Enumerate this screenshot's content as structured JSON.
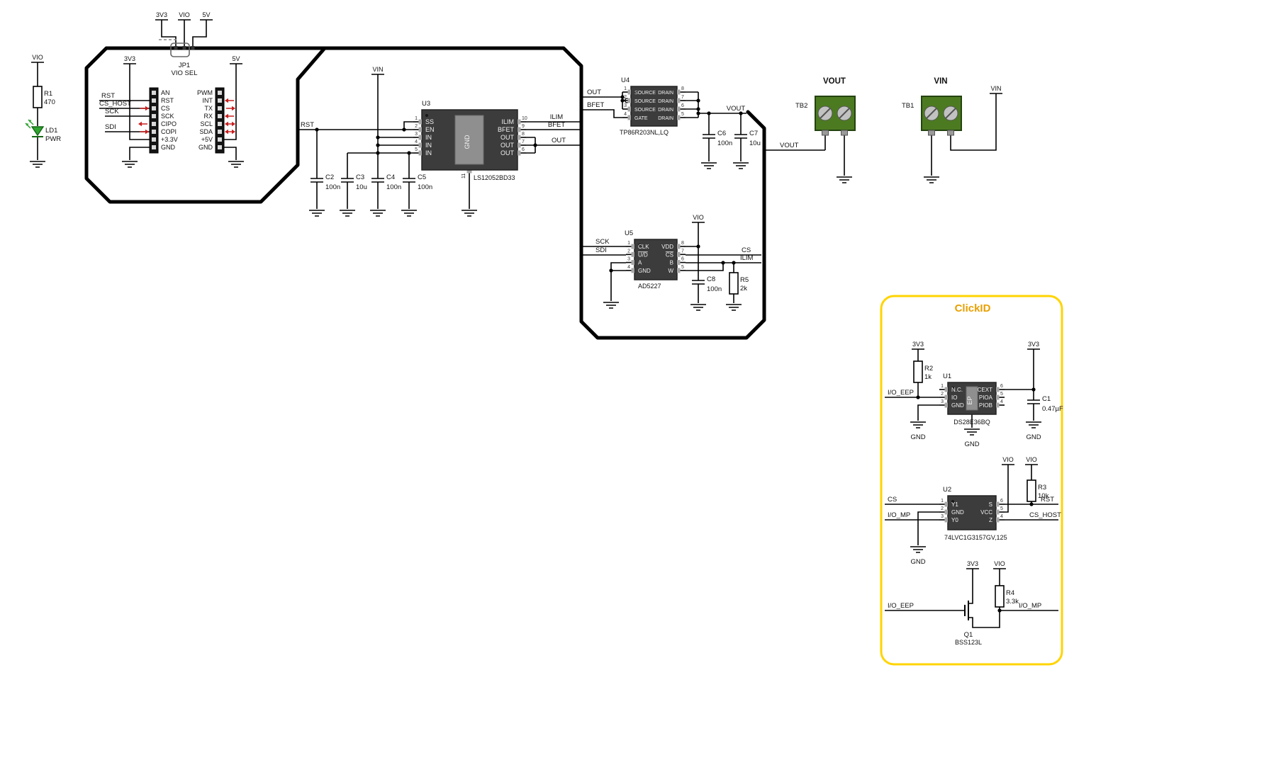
{
  "clickid": {
    "title": "ClickID"
  },
  "section_labels": {
    "vout": "VOUT",
    "vin": "VIN"
  },
  "nets": {
    "rst": "RST",
    "cs_host": "CS_HOST",
    "sck": "SCK",
    "sdi": "SDI",
    "cs": "CS",
    "vin": "VIN",
    "vout": "VOUT",
    "out": "OUT",
    "ilim": "ILIM",
    "bfet": "BFET",
    "vio": "VIO",
    "v3v3": "3V3",
    "v5": "5V",
    "gnd": "GND",
    "io_eep": "I/O_EEP",
    "io_mp": "I/O_MP"
  },
  "headers": {
    "left": {
      "pins": [
        "AN",
        "RST",
        "CS",
        "SCK",
        "CIPO",
        "COPI",
        "+3.3V",
        "GND"
      ]
    },
    "right": {
      "pins": [
        "PWM",
        "INT",
        "TX",
        "RX",
        "SCL",
        "SDA",
        "+5V",
        "GND"
      ]
    }
  },
  "components": {
    "u1": {
      "ref": "U1",
      "part": "DS28E36BQ",
      "center": "EP",
      "left": [
        {
          "n": "1",
          "name": "N.C."
        },
        {
          "n": "2",
          "name": "IO"
        },
        {
          "n": "3",
          "name": "GND"
        }
      ],
      "right": [
        {
          "n": "6",
          "name": "CEXT"
        },
        {
          "n": "5",
          "name": "PIOA"
        },
        {
          "n": "4",
          "name": "PIOB"
        }
      ]
    },
    "u2": {
      "ref": "U2",
      "part": "74LVC1G3157GV,125",
      "left": [
        {
          "n": "1",
          "name": "Y1"
        },
        {
          "n": "2",
          "name": "GND"
        },
        {
          "n": "3",
          "name": "Y0"
        }
      ],
      "right": [
        {
          "n": "6",
          "name": "S"
        },
        {
          "n": "5",
          "name": "VCC"
        },
        {
          "n": "4",
          "name": "Z"
        }
      ]
    },
    "u3": {
      "ref": "U3",
      "part": "LS12052BD33",
      "center": "GND",
      "bottom_pin": "11",
      "left": [
        {
          "n": "1",
          "name": "SS"
        },
        {
          "n": "2",
          "name": "EN"
        },
        {
          "n": "3",
          "name": "IN"
        },
        {
          "n": "4",
          "name": "IN"
        },
        {
          "n": "5",
          "name": "IN"
        }
      ],
      "right": [
        {
          "n": "10",
          "name": "ILIM"
        },
        {
          "n": "9",
          "name": "BFET"
        },
        {
          "n": "8",
          "name": "OUT"
        },
        {
          "n": "7",
          "name": "OUT"
        },
        {
          "n": "6",
          "name": "OUT"
        }
      ]
    },
    "u4": {
      "ref": "U4",
      "part": "TP86R203NL,LQ",
      "left": [
        {
          "n": "1",
          "name": "SOURCE"
        },
        {
          "n": "2",
          "name": "SOURCE"
        },
        {
          "n": "3",
          "name": "SOURCE"
        },
        {
          "n": "4",
          "name": "GATE"
        }
      ],
      "right": [
        {
          "n": "8",
          "name": "DRAIN"
        },
        {
          "n": "7",
          "name": "DRAIN"
        },
        {
          "n": "6",
          "name": "DRAIN"
        },
        {
          "n": "5",
          "name": "DRAIN"
        }
      ]
    },
    "u5": {
      "ref": "U5",
      "part": "AD5227",
      "left": [
        {
          "n": "1",
          "name": "CLK"
        },
        {
          "n": "2",
          "name": "U/D",
          "ovl": true
        },
        {
          "n": "3",
          "name": "A"
        },
        {
          "n": "4",
          "name": "GND"
        }
      ],
      "right": [
        {
          "n": "8",
          "name": "VDD"
        },
        {
          "n": "7",
          "name": "CS",
          "ovl": true
        },
        {
          "n": "6",
          "name": "B"
        },
        {
          "n": "5",
          "name": "W"
        }
      ]
    },
    "q1": {
      "ref": "Q1",
      "part": "BSS123L"
    },
    "jp1": {
      "ref": "JP1",
      "part": "VIO SEL"
    },
    "tb1": {
      "ref": "TB1"
    },
    "tb2": {
      "ref": "TB2"
    },
    "ld1": {
      "ref": "LD1",
      "value": "PWR"
    },
    "r1": {
      "ref": "R1",
      "value": "470"
    },
    "r2": {
      "ref": "R2",
      "value": "1k"
    },
    "r3": {
      "ref": "R3",
      "value": "10k"
    },
    "r4": {
      "ref": "R4",
      "value": "3.3k"
    },
    "r5": {
      "ref": "R5",
      "value": "2k"
    },
    "c1": {
      "ref": "C1",
      "value": "0.47µF"
    },
    "c2": {
      "ref": "C2",
      "value": "100n"
    },
    "c3": {
      "ref": "C3",
      "value": "10u"
    },
    "c4": {
      "ref": "C4",
      "value": "100n"
    },
    "c5": {
      "ref": "C5",
      "value": "100n"
    },
    "c6": {
      "ref": "C6",
      "value": "100n"
    },
    "c7": {
      "ref": "C7",
      "value": "10u"
    },
    "c8": {
      "ref": "C8",
      "value": "100n"
    }
  },
  "colors": {
    "wire": "#000000",
    "clickid_border": "#FFD400",
    "clickid_title": "#E8A000",
    "arrow_red": "#C81E1E",
    "led_green": "#2FA32F",
    "terminal_green": "#4C7A21",
    "ic_body": "#3C3C3C"
  }
}
